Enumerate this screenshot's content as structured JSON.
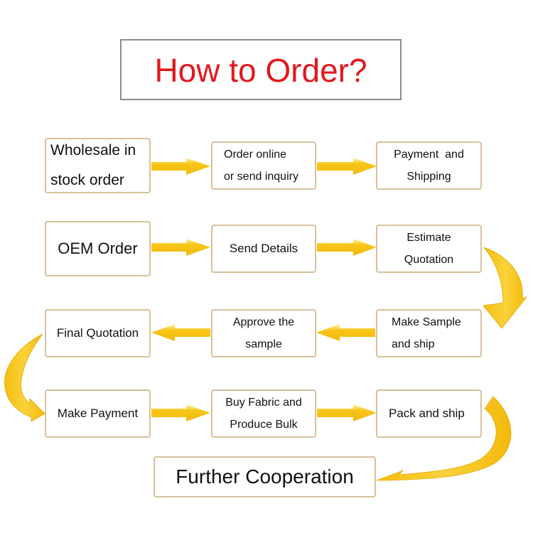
{
  "title": "How to Order?",
  "colors": {
    "title": "#e0191e",
    "box_border": "#d7c09a",
    "title_border": "#8c8c8c",
    "arrow_fill": "#f7c619",
    "arrow_edge": "#fff5b0"
  },
  "rows": {
    "wholesale": {
      "start": [
        "Wholesale in",
        "stock order"
      ],
      "step2": [
        "Order online",
        "or send inquiry"
      ],
      "step3": [
        "Payment  and",
        "Shipping"
      ]
    },
    "oem": {
      "start": "OEM Order",
      "step2": "Send Details",
      "step3": [
        "Estimate",
        "Quotation"
      ]
    },
    "sampling": {
      "step1": [
        "Make Sample",
        "and ship"
      ],
      "step2": [
        "Approve the",
        "sample"
      ],
      "step3": "Final Quotation"
    },
    "production": {
      "step1": "Make Payment",
      "step2": [
        "Buy Fabric and",
        "Produce Bulk"
      ],
      "step3": "Pack and ship"
    },
    "final": "Further Cooperation"
  }
}
